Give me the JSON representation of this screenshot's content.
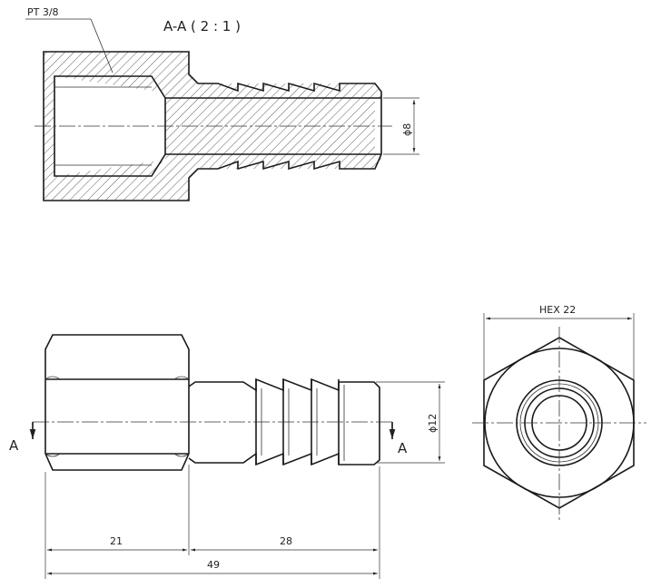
{
  "section_view": {
    "title": "A-A ( 2 : 1 )",
    "thread_label": "PT 3/8",
    "bore_dim": "ϕ8"
  },
  "front_view": {
    "dia_dim": "ϕ12",
    "dim_hex_length": "21",
    "dim_barb_length": "28",
    "dim_total_length": "49",
    "section_mark_left": "A",
    "section_mark_right": "A"
  },
  "end_view": {
    "hex_label": "HEX 22"
  }
}
